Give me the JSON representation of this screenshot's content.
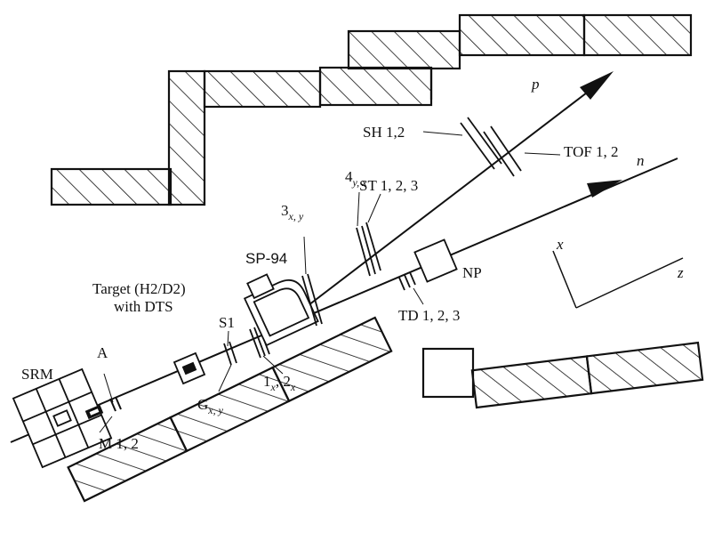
{
  "colors": {
    "ink": "#111111",
    "paper": "#ffffff"
  },
  "labels": {
    "p": "p",
    "n": "n",
    "x_axis": "x",
    "z_axis": "z",
    "sh": "SH 1,2",
    "tof": "TOF 1, 2",
    "st": "ST 1, 2, 3",
    "det4": "4",
    "det4_sub": "y, x",
    "det3": "3",
    "det3_sub": "x, y",
    "sp94": "SP-94",
    "np": "NP",
    "td": "TD 1, 2, 3",
    "target_line1": "Target (H2/D2)",
    "target_line2": "with DTS",
    "s1": "S1",
    "a": "A",
    "srm": "SRM",
    "m12": "M 1, 2",
    "g": "G",
    "g_sub": "x, y",
    "det1": "1",
    "det1_sub": "x",
    "det2_sep": ", 2",
    "det2_sub": "x"
  }
}
